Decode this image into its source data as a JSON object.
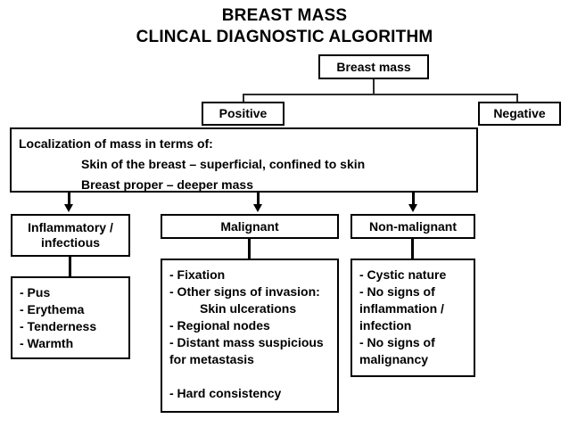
{
  "title": {
    "line1": "BREAST MASS",
    "line2": "CLINCAL DIAGNOSTIC ALGORITHM"
  },
  "nodes": {
    "root": "Breast mass",
    "positive": "Positive",
    "negative": "Negative",
    "inflammatory": {
      "line1": "Inflammatory /",
      "line2": "infectious"
    },
    "malignant": "Malignant",
    "non_malignant": "Non-malignant"
  },
  "localization": {
    "heading": "Localization of mass in terms of:",
    "item1": "Skin of the breast – superficial, confined to skin",
    "item2": "Breast proper – deeper mass"
  },
  "details": {
    "inflammatory": [
      "- Pus",
      "- Erythema",
      "- Tenderness",
      "- Warmth"
    ],
    "malignant": [
      "- Fixation",
      "- Other signs of invasion:",
      "Skin ulcerations",
      "- Regional nodes",
      "- Distant mass suspicious",
      "for metastasis",
      "",
      "- Hard consistency"
    ],
    "non_malignant": [
      "- Cystic nature",
      "- No signs of",
      "inflammation /",
      "infection",
      "- No signs of",
      "malignancy"
    ]
  },
  "colors": {
    "stroke": "#000000",
    "background": "#ffffff",
    "text": "#000000"
  }
}
